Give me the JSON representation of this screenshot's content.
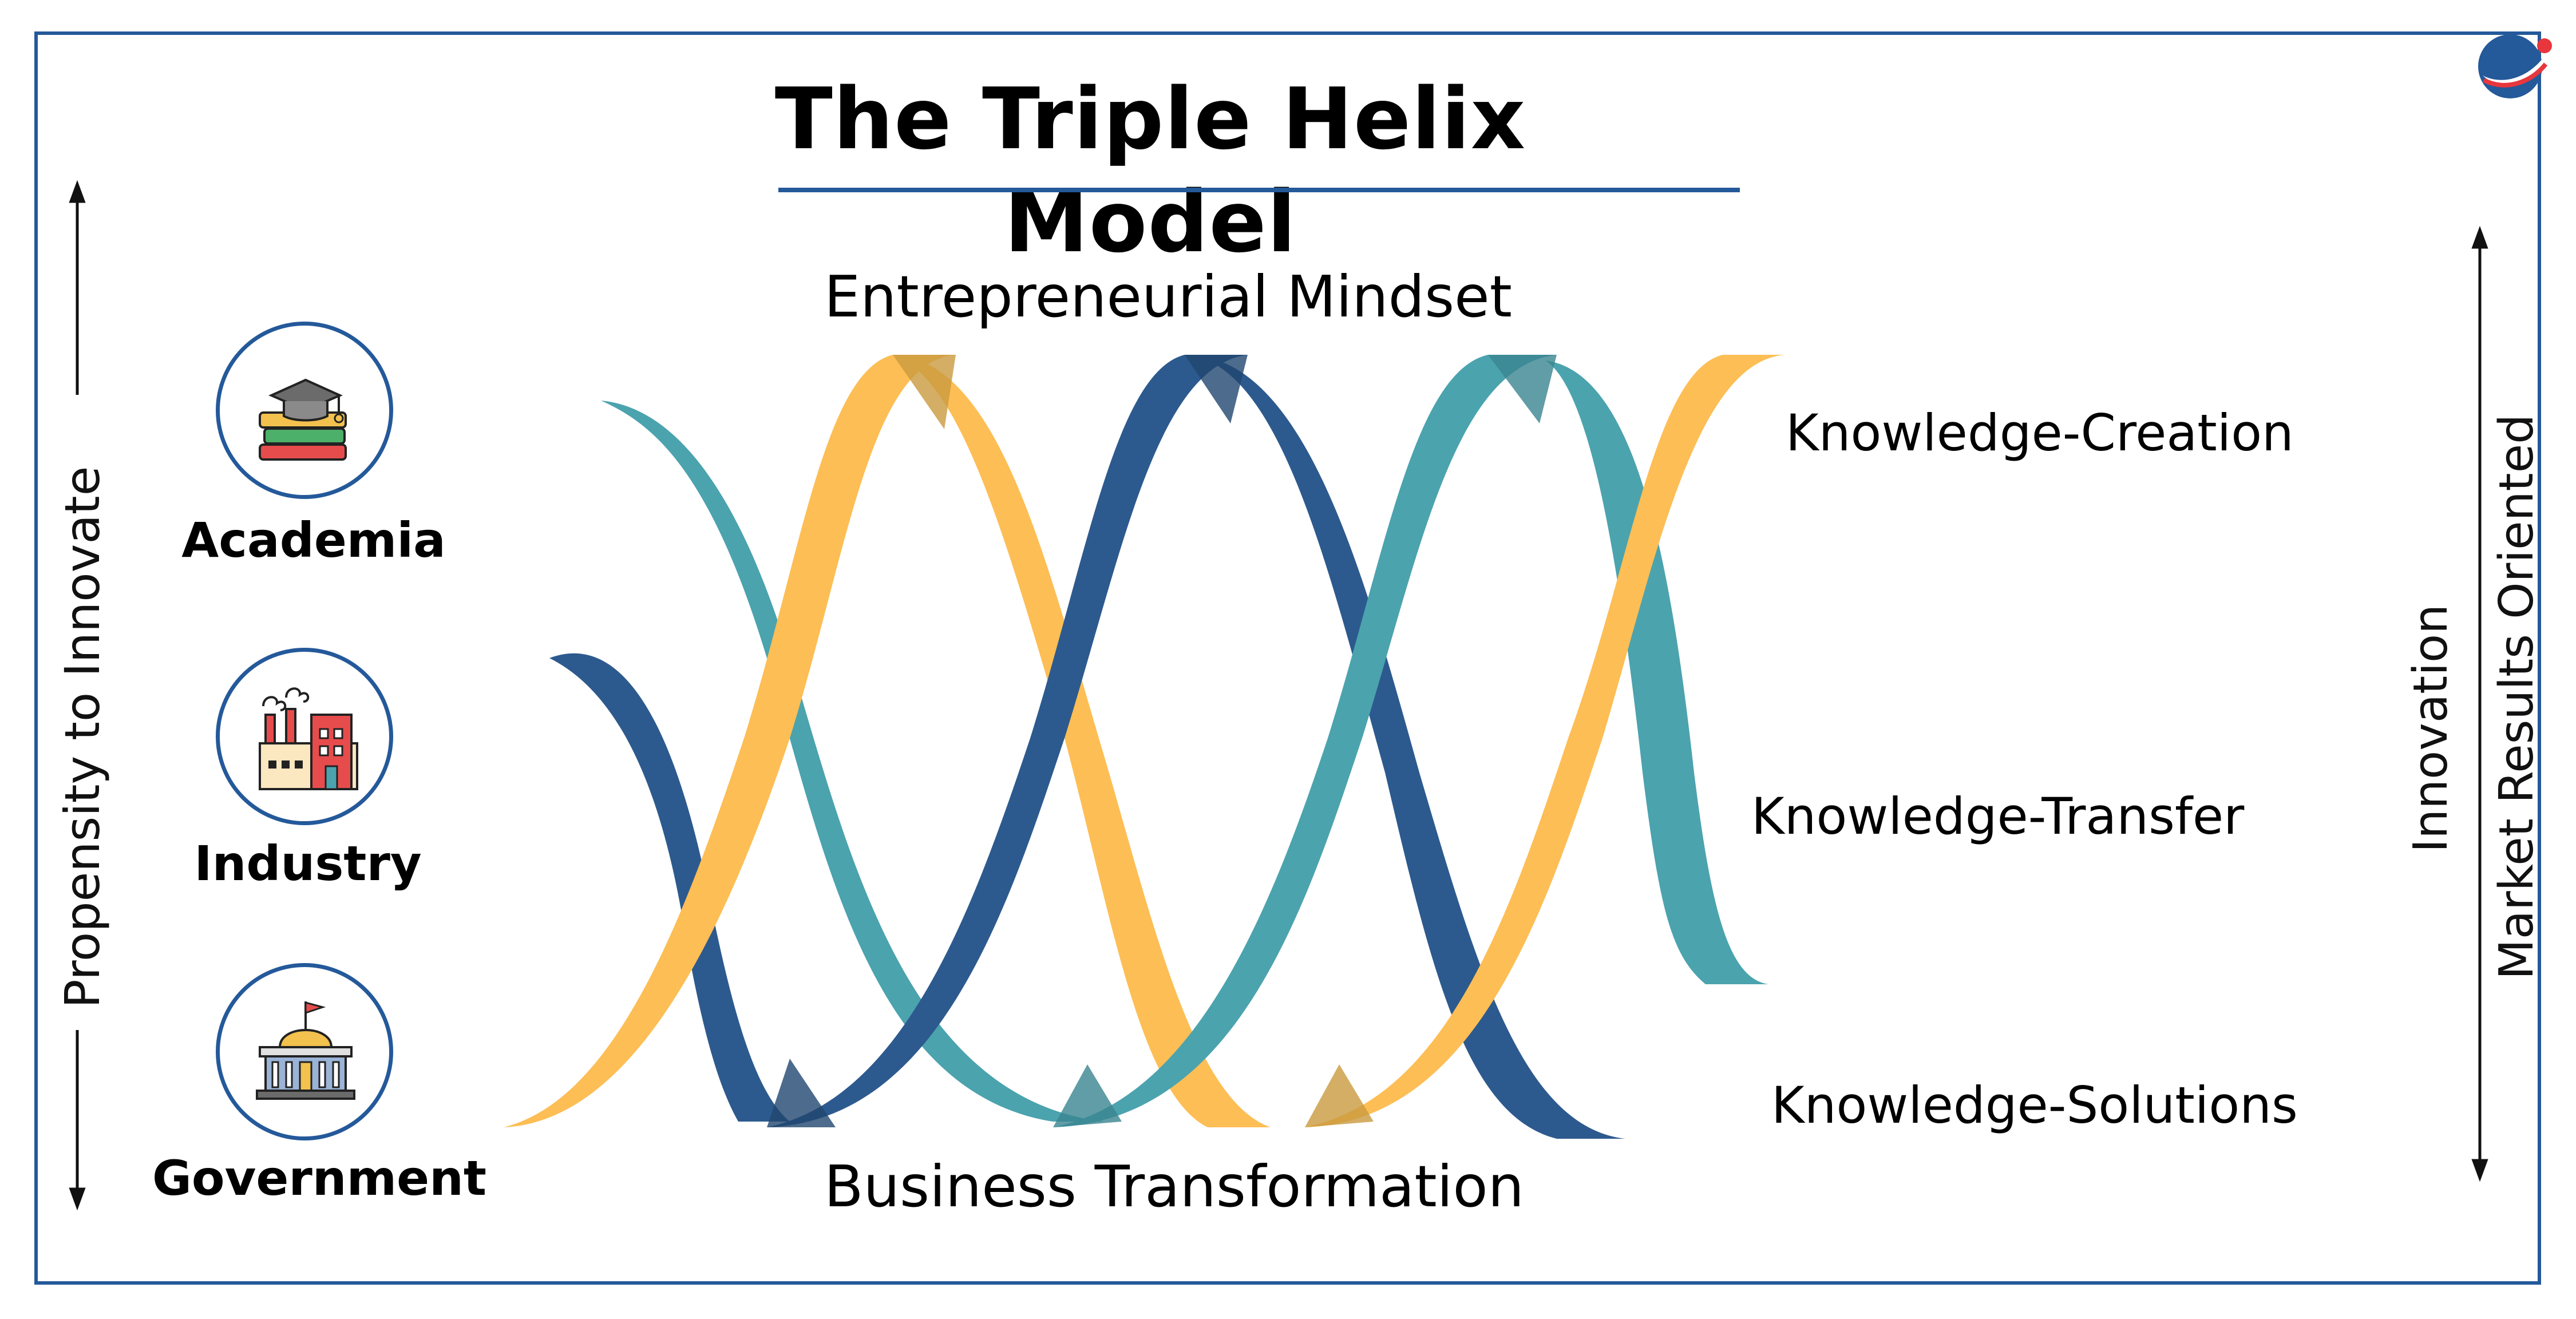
{
  "title": "The Triple Helix Model",
  "helix": {
    "top_label": "Entrepreneurial Mindset",
    "bottom_label": "Business Transformation"
  },
  "knowledge": {
    "creation": "Knowledge-Creation",
    "transfer": "Knowledge-Transfer",
    "solutions": "Knowledge-Solutions"
  },
  "sectors": [
    {
      "label": "Academia",
      "icon": "graduation-books-icon"
    },
    {
      "label": "Industry",
      "icon": "factory-icon"
    },
    {
      "label": "Government",
      "icon": "government-building-icon"
    }
  ],
  "left_axis": "Propensity to Innovate",
  "right_axis": {
    "line1": "Innovation",
    "line2": "Market Results Oriented"
  },
  "colors": {
    "border": "#24599a",
    "yellow": "#fdbe55",
    "teal": "#4ba3ae",
    "navy": "#2d5a8e",
    "logo_red": "#e8363d"
  }
}
